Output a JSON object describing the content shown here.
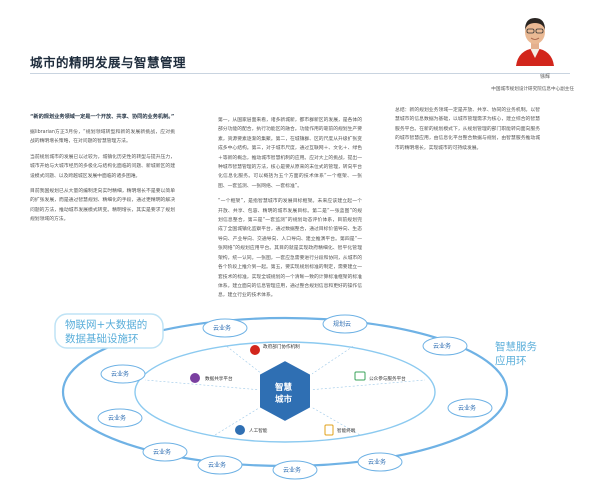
{
  "article": {
    "title": "城市的精明发展与智慧管理",
    "author": "徐辉",
    "affiliation": "中国城市规划设计研究院信息中心副主任"
  },
  "columns": {
    "col1_lead": "“新的规划业务领域一定是一个开放、共享、协同的业务机制。”",
    "col1_p1": "据librarian方正3月份，“规划领域转型和新的发展新挑战，应对挑战的精明增长策略，在对问题的智慧管理方法。",
    "col1_p2": "当前规划城市的发展已以过较为，城镇化历史性的转型与提升压力，城市开始与大城市经历的多极化与结构化面临的问题、新城新区的建设模式问题、以及跨越城区发展中面临的诸多困难。",
    "col1_p3": "目前我国规划已从大量的编制走向实时精细，精明增长不是要以简单的扩张发展，而是通过智慧规划、精细化的手段，通过更精明的解决问题的方法，推动城市发展模式转变。精明增长，其实是要求了规划规划领域的方法。",
    "col2_p1": "第一，从国家层面来看，诸多新城新，都市群新区的发展，是各体的部分功能的配合，执行功能区的融合。功能作用的靠前的规划生产要素，资源要素逐渐的集聚。第二，在城镇群、区的尺度从升级扩张变成多中心结构。第三，对于城市尺度，通过互联网＋、文化＋、绿色＋等新的概念，推动城市智慧机制的应用。应对大上的挑战，提出一种城市智慧管理的方法，核心是要从原来的末位式的管理，转向平台化信息化服务。可以概括为五个方面的技术体系“一个框架、一张图、一套监测、一张网络、一套标准”。",
    "col2_p2": "“一个框架”，是指智慧城市的发展目标框架。未来应该建立起一个开放、共享、包容、精明的城市发展目标。第二是“一张蓝图”的规划信息整合，第三是“一套监测”的规划动态评价体系，目前规划完成了全国城镇化监察平台，通过数据整合，通过目标价值导向、生态导向、产业导向、交通导向、人口导向、建立推演平台。第四是“一张网络”的规划应用平台。其目的就是实现政府精细化、智平化管理架构，统一认同。一张图，一套应急需要进行分段和协同，从城市的各个阶段上推介到一起。第五，要实现规划标准的制定，需要建立一套技术的标准，实现全城规划的一个清晰一致的计算标准框架的标准体系。建立面向的信息管理应用，通过整合规划信息和更好的操作信息，建立行业的技术体系。",
    "col3_p1": "总结：新的规划业务领域一定是开放、共享、协同的业务机制。以智慧城市的信息数据为基础，以城市管理需求为核心，建立综合的智慧服务平台。在新的规划模式下，从规划管理的部门职能转向面向服务的城市智慧应用，由信息化平台整合数据与规划，由智慧服务推动城市的精明增长，实现城市的可持续发展。"
  },
  "diagram": {
    "left_label_line1": "物联网+大数据的",
    "left_label_line2": "数据基础设施环",
    "right_label_line1": "智慧服务",
    "right_label_line2": "应用环",
    "center_line1": "智慧",
    "center_line2": "城市",
    "clouds": [
      "云业务",
      "规划云",
      "云业务",
      "云业务",
      "云业务",
      "云业务",
      "云业务",
      "云业务",
      "云业务",
      "云业务"
    ],
    "nodes": [
      "政府部门协作机制",
      "数据共享平台",
      "公众参与服务平台",
      "人工智能",
      "智能终端"
    ]
  },
  "colors": {
    "accent_blue": "#2f6fb3",
    "light_blue": "#5aaeda",
    "ring_blue": "#6fb2e5",
    "title": "#1f2d3d"
  }
}
